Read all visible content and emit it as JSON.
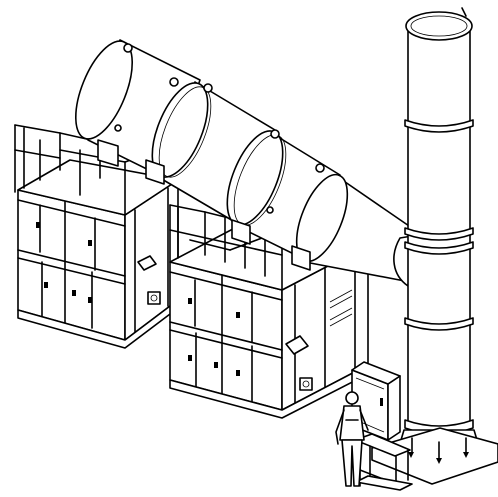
{
  "drawing": {
    "kind": "technical line drawing",
    "colors": {
      "background": "#ffffff",
      "ink": "#000000"
    },
    "components": [
      "exhaust-stack",
      "stack-outlet-ring",
      "stack-flange-rings",
      "stack-base-plate",
      "overhead-duct",
      "duct-transition-cone",
      "enclosure-module-left",
      "enclosure-module-right",
      "electrical-cabinet",
      "service-platform",
      "operator-figure"
    ]
  }
}
